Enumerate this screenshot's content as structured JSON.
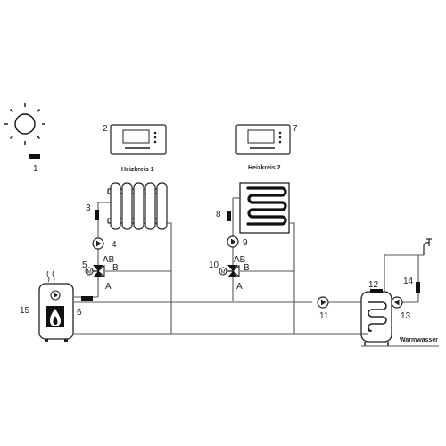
{
  "components": {
    "solar_sensor": {
      "number": "1"
    },
    "controller_1": {
      "number": "2",
      "title": "Heizkreis 1"
    },
    "controller_2": {
      "number": "7",
      "title": "Heizkreis 2"
    },
    "sensor_3": {
      "number": "3"
    },
    "pump_4": {
      "number": "4"
    },
    "mixer_5": {
      "number": "5"
    },
    "boiler_sensor": {
      "number": "6"
    },
    "sensor_8": {
      "number": "8"
    },
    "pump_9": {
      "number": "9"
    },
    "mixer_10": {
      "number": "10"
    },
    "pump_11": {
      "number": "11"
    },
    "tank_sensor": {
      "number": "12"
    },
    "pump_13": {
      "number": "13"
    },
    "sensor_14": {
      "number": "14"
    },
    "boiler": {
      "number": "15"
    }
  },
  "valve_ports": {
    "ab": "AB",
    "b": "B",
    "a": "A",
    "motor": "M"
  },
  "outlet_label": "Warmwasser"
}
